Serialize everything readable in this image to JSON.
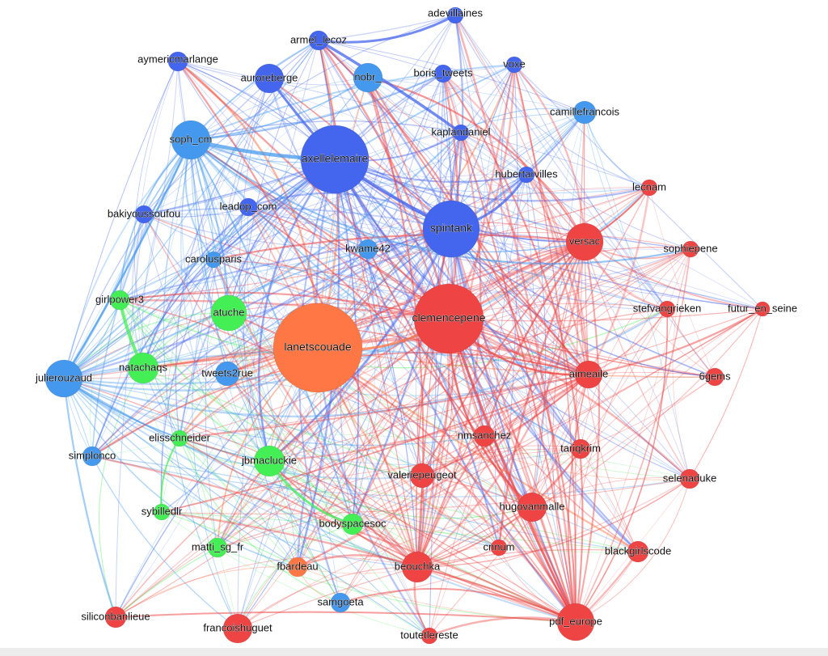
{
  "palette": {
    "dark_blue": "#4466ee",
    "light_blue": "#4499ee",
    "green": "#44ee55",
    "red": "#ee4444",
    "orange": "#ff7744"
  },
  "nodes": [
    {
      "id": "adevillaines",
      "label": "adevillaines",
      "group": "dark_blue"
    },
    {
      "id": "armel_lecoz",
      "label": "armel_lecoz",
      "group": "dark_blue"
    },
    {
      "id": "aymericmarlange",
      "label": "aymericmarlange",
      "group": "dark_blue"
    },
    {
      "id": "auroreberge",
      "label": "auroreberge",
      "group": "dark_blue"
    },
    {
      "id": "nobr_",
      "label": "nobr_",
      "group": "light_blue"
    },
    {
      "id": "boris_tweets",
      "label": "boris_tweets",
      "group": "dark_blue"
    },
    {
      "id": "voxe",
      "label": "voxe",
      "group": "dark_blue"
    },
    {
      "id": "camillefrancois",
      "label": "camillefrancois",
      "group": "light_blue"
    },
    {
      "id": "kaplandaniel",
      "label": "kaplandaniel",
      "group": "dark_blue"
    },
    {
      "id": "soph_cm",
      "label": "soph_cm",
      "group": "light_blue"
    },
    {
      "id": "axellelemaire",
      "label": "axellelemaire",
      "group": "dark_blue"
    },
    {
      "id": "hubertarvilles",
      "label": "hubertarvilles",
      "group": "dark_blue"
    },
    {
      "id": "lecnam",
      "label": "lecnam",
      "group": "red"
    },
    {
      "id": "leadop_com",
      "label": "leadop_com",
      "group": "dark_blue"
    },
    {
      "id": "bakiyoussoufou",
      "label": "bakiyoussoufou",
      "group": "dark_blue"
    },
    {
      "id": "spintank",
      "label": "spintank",
      "group": "dark_blue"
    },
    {
      "id": "versac",
      "label": "versac",
      "group": "red"
    },
    {
      "id": "sophiepene",
      "label": "sophiepene",
      "group": "red"
    },
    {
      "id": "kwame42",
      "label": "kwame42",
      "group": "light_blue"
    },
    {
      "id": "carolusparis",
      "label": "carolusparis",
      "group": "light_blue"
    },
    {
      "id": "girlpower3",
      "label": "girlpower3",
      "group": "green"
    },
    {
      "id": "atuche",
      "label": "atuche",
      "group": "green"
    },
    {
      "id": "clemencepene",
      "label": "clemencepene",
      "group": "red"
    },
    {
      "id": "stefvangrieken",
      "label": "stefvangrieken",
      "group": "red"
    },
    {
      "id": "futur_en_seine",
      "label": "futur_en_seine",
      "group": "red"
    },
    {
      "id": "lanetscouade",
      "label": "lanetscouade",
      "group": "orange"
    },
    {
      "id": "natachaqs",
      "label": "natachaqs",
      "group": "green"
    },
    {
      "id": "julierouzaud",
      "label": "julierouzaud",
      "group": "light_blue"
    },
    {
      "id": "tweets2rue",
      "label": "tweets2rue",
      "group": "light_blue"
    },
    {
      "id": "aimeaile",
      "label": "aimeaile",
      "group": "red"
    },
    {
      "id": "6gems",
      "label": "6gems",
      "group": "red"
    },
    {
      "id": "nmsanchez",
      "label": "nmsanchez",
      "group": "red"
    },
    {
      "id": "elisschneider",
      "label": "elisschneider",
      "group": "green"
    },
    {
      "id": "tariqkrim",
      "label": "tariqkrim",
      "group": "red"
    },
    {
      "id": "simplonco",
      "label": "simplonco",
      "group": "light_blue"
    },
    {
      "id": "jbmacluckie",
      "label": "jbmacluckie",
      "group": "green"
    },
    {
      "id": "valeriepeugeot",
      "label": "valeriepeugeot",
      "group": "red"
    },
    {
      "id": "selenaduke",
      "label": "selenaduke",
      "group": "red"
    },
    {
      "id": "hugovanmalle",
      "label": "hugovanmalle",
      "group": "red"
    },
    {
      "id": "sybilledlr",
      "label": "sybilledlr",
      "group": "green"
    },
    {
      "id": "bodyspacesoc",
      "label": "bodyspacesoc",
      "group": "green"
    },
    {
      "id": "matti_sg_fr",
      "label": "matti_sg_fr",
      "group": "green"
    },
    {
      "id": "cnnum",
      "label": "cnnum",
      "group": "red"
    },
    {
      "id": "blackgirlscode",
      "label": "blackgirlscode",
      "group": "red"
    },
    {
      "id": "fbardeau",
      "label": "fbardeau",
      "group": "orange"
    },
    {
      "id": "beouchka",
      "label": "beouchka",
      "group": "red"
    },
    {
      "id": "samgoeta",
      "label": "samgoeta",
      "group": "light_blue"
    },
    {
      "id": "siliconbanlieue",
      "label": "siliconbanlieue",
      "group": "red"
    },
    {
      "id": "francoishuguet",
      "label": "francoishuguet",
      "group": "red"
    },
    {
      "id": "pdf_europe",
      "label": "pdf_europe",
      "group": "red"
    },
    {
      "id": "toutetlereste",
      "label": "toutetlereste",
      "group": "red"
    }
  ]
}
